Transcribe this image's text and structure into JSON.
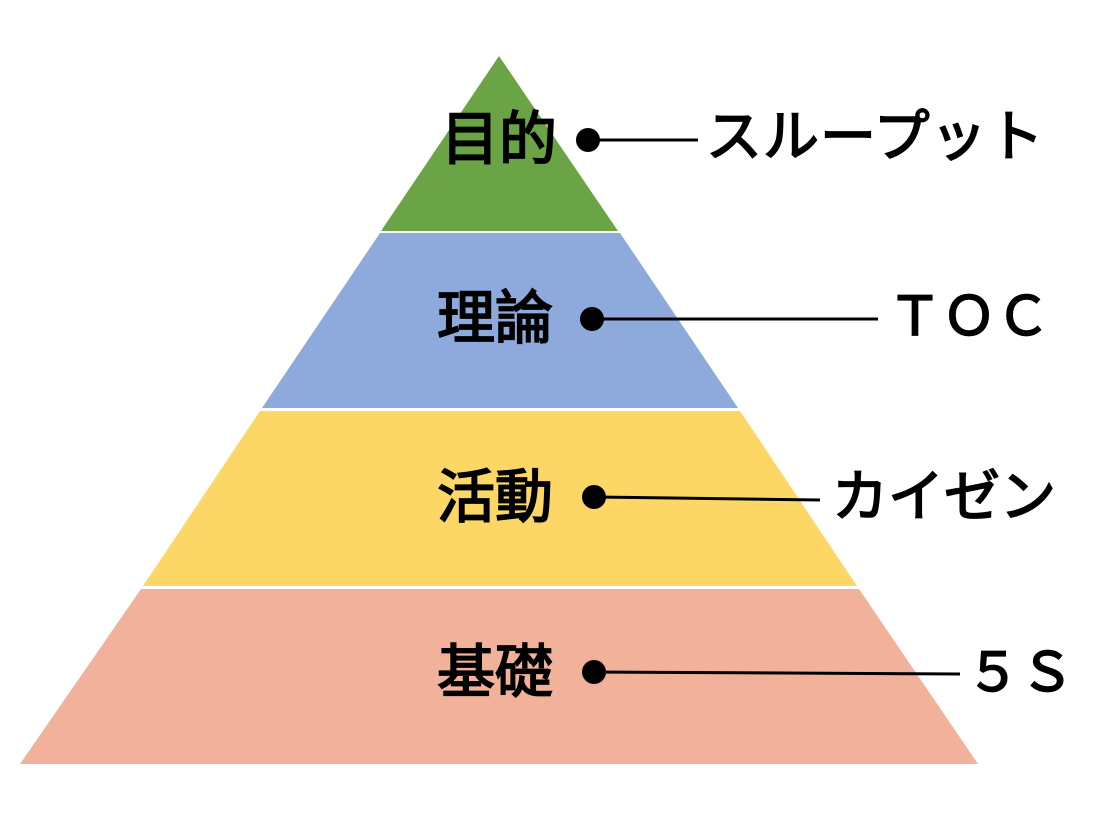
{
  "pyramid": {
    "tiers": [
      {
        "label": "目的",
        "annotation": "スループット",
        "color": "#6aa444"
      },
      {
        "label": "理論",
        "annotation": "ＴＯＣ",
        "color": "#8eaadc"
      },
      {
        "label": "活動",
        "annotation": "カイゼン",
        "color": "#fdd766"
      },
      {
        "label": "基礎",
        "annotation": "５Ｓ",
        "color": "#f2b19b"
      }
    ]
  }
}
